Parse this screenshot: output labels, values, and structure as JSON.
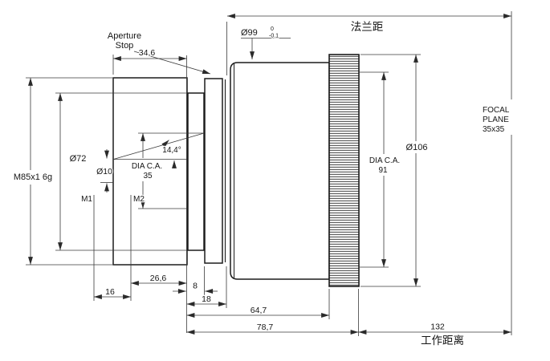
{
  "colors": {
    "line": "#1c1c1c",
    "dim_line": "#3a3a3a",
    "background": "#ffffff"
  },
  "drawing": {
    "top": {
      "aperture_stop_line1": "Aperture",
      "aperture_stop_line2": "Stop",
      "dim_34_6": "34,6",
      "dia99": "Ø99",
      "dia99_tol_upper": "0",
      "dia99_tol_lower": "-0.1",
      "flange_distance_label": "法兰距"
    },
    "left": {
      "thread_label": "M85x1 6g",
      "dia72": "Ø72",
      "dia10": "Ø10",
      "m1": "M1",
      "m2": "M2",
      "clear_aperture_line1": "DIA C.A.",
      "clear_aperture_value": "35",
      "angle": "14,4°"
    },
    "right": {
      "dia106": "Ø106",
      "clear_aperture_line1": "DIA C.A.",
      "clear_aperture_value": "91",
      "focal_plane_line1": "FOCAL",
      "focal_plane_line2": "PLANE",
      "focal_plane_line3": "35x35"
    },
    "bottom": {
      "dim_16": "16",
      "dim_26_6": "26,6",
      "dim_8": "8",
      "dim_18": "18",
      "dim_64_7": "64,7",
      "dim_78_7": "78,7",
      "dim_132": "132",
      "working_distance_label": "工作距离"
    }
  }
}
